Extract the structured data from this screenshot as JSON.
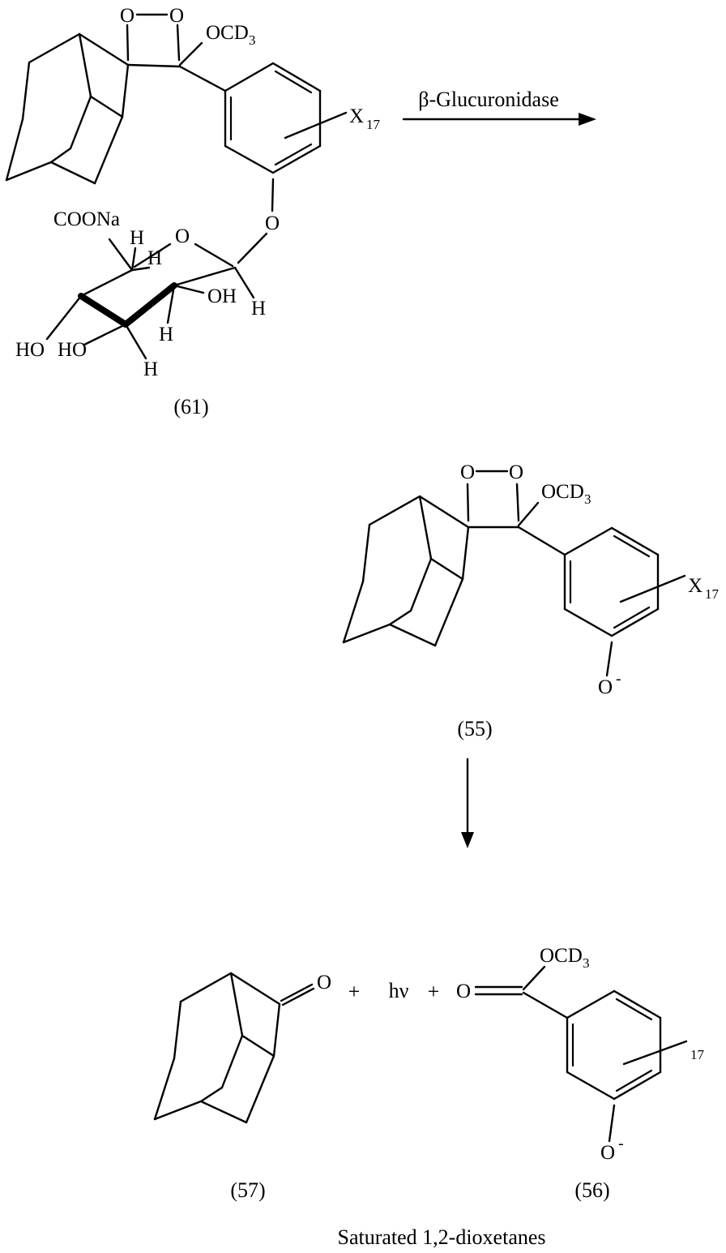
{
  "reaction": {
    "enzyme_arrow_label": "β-Glucuronidase",
    "plus_1": "+",
    "light_label": "hν",
    "plus_2": "+",
    "caption": "Saturated 1,2-dioxetanes"
  },
  "compound_61": {
    "number_label": "(61)",
    "dioxetane_o_left": "O",
    "dioxetane_o_right": "O",
    "methoxy_label": "OCD",
    "methoxy_subscript": "3",
    "substituent_x": "X",
    "substituent_x_subscript": "17",
    "aryl_ether_o": "O",
    "glucuronide": {
      "carboxylate": "COONa",
      "ring_oxygen": "O",
      "hydroxyl_right": "OH",
      "hydroxyl_outer_left": "HO",
      "hydroxyl_inner_left": "HO",
      "h_c5_top": "H",
      "h_c5_side": "H",
      "h_anomeric": "H",
      "h_c2": "H",
      "h_c3": "H"
    }
  },
  "compound_55": {
    "number_label": "(55)",
    "dioxetane_o_left": "O",
    "dioxetane_o_right": "O",
    "methoxy_label": "OCD",
    "methoxy_subscript": "3",
    "substituent_x": "X",
    "substituent_x_subscript": "17",
    "phenolate_o": "O",
    "phenolate_charge": "-"
  },
  "compound_57": {
    "number_label": "(57)",
    "ketone_o": "O"
  },
  "compound_56": {
    "number_label": "(56)",
    "ester_carbonyl_o": "O",
    "methoxy_label": "OCD",
    "methoxy_subscript": "3",
    "substituent_x_subscript": "17",
    "phenolate_o": "O",
    "phenolate_charge": "-"
  }
}
